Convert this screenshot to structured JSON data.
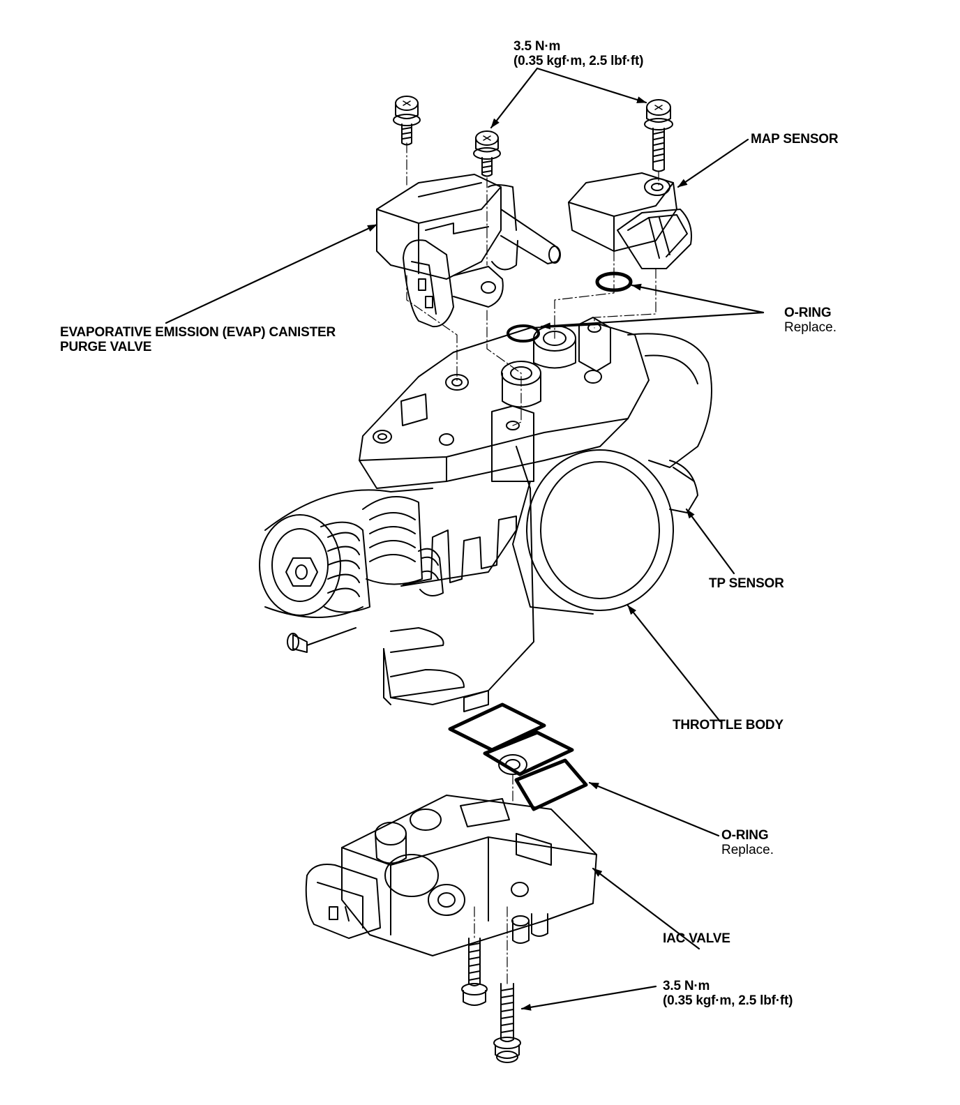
{
  "labels": {
    "torque_top_line1": "3.5 N·m",
    "torque_top_line2": "(0.35 kgf·m, 2.5 lbf·ft)",
    "map_sensor": "MAP SENSOR",
    "oring_top": "O-RING",
    "oring_top_note": "Replace.",
    "evap_line1": "EVAPORATIVE EMISSION (EVAP) CANISTER",
    "evap_line2": "PURGE VALVE",
    "tp_sensor": "TP SENSOR",
    "throttle_body": "THROTTLE BODY",
    "oring_bottom": "O-RING",
    "oring_bottom_note": "Replace.",
    "iac_valve": "IAC VALVE",
    "torque_bottom_line1": "3.5 N·m",
    "torque_bottom_line2": "(0.35 kgf·m, 2.5 lbf·ft)"
  },
  "colors": {
    "ink": "#000000",
    "paper": "#ffffff"
  }
}
